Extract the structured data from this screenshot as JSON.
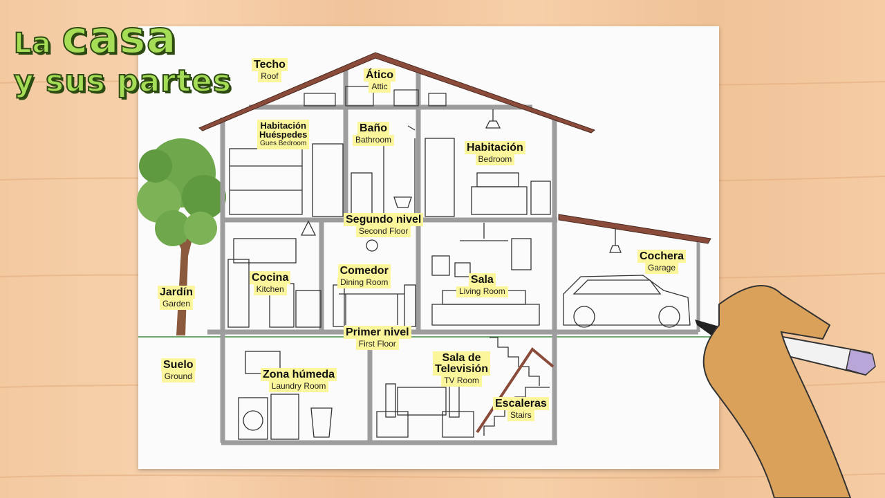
{
  "title": {
    "line1_small": "La",
    "line1_big": "casa",
    "line2": "y sus partes"
  },
  "labels": {
    "techo": {
      "es": "Techo",
      "en": "Roof"
    },
    "atico": {
      "es": "Ático",
      "en": "Attic"
    },
    "habitacion_huespedes": {
      "es": "Habitación\nHuéspedes",
      "en": "Gues Bedroom"
    },
    "bano": {
      "es": "Baño",
      "en": "Bathroom"
    },
    "habitacion": {
      "es": "Habitación",
      "en": "Bedroom"
    },
    "segundo_nivel": {
      "es": "Segundo nivel",
      "en": "Second Floor"
    },
    "cocina": {
      "es": "Cocina",
      "en": "Kitchen"
    },
    "comedor": {
      "es": "Comedor",
      "en": "Dining Room"
    },
    "sala": {
      "es": "Sala",
      "en": "Living Room"
    },
    "cochera": {
      "es": "Cochera",
      "en": "Garage"
    },
    "jardin": {
      "es": "Jardín",
      "en": "Garden"
    },
    "primer_nivel": {
      "es": "Primer nivel",
      "en": "First Floor"
    },
    "suelo": {
      "es": "Suelo",
      "en": "Ground"
    },
    "zona_humeda": {
      "es": "Zona húmeda",
      "en": "Laundry Room"
    },
    "sala_tv": {
      "es": "Sala de\nTelevisión",
      "en": "TV Room"
    },
    "escaleras": {
      "es": "Escaleras",
      "en": "Stairs"
    }
  },
  "colors": {
    "title_fill": "#a6dd57",
    "title_stroke": "#2c4a12",
    "label_bg": "#fbf59b",
    "roof": "#8a4b3a",
    "walls": "#a9a9a9",
    "tree_leaves": "#6fa84c",
    "tree_trunk": "#8b5a3c",
    "grass_line": "#6aa86a",
    "hand": "#d9a15a"
  },
  "icons": [
    "tree-icon",
    "car-icon",
    "hand-marker-icon",
    "lamp-icon",
    "bed-icon",
    "sofa-icon",
    "washing-machine-icon",
    "stairs-icon"
  ]
}
